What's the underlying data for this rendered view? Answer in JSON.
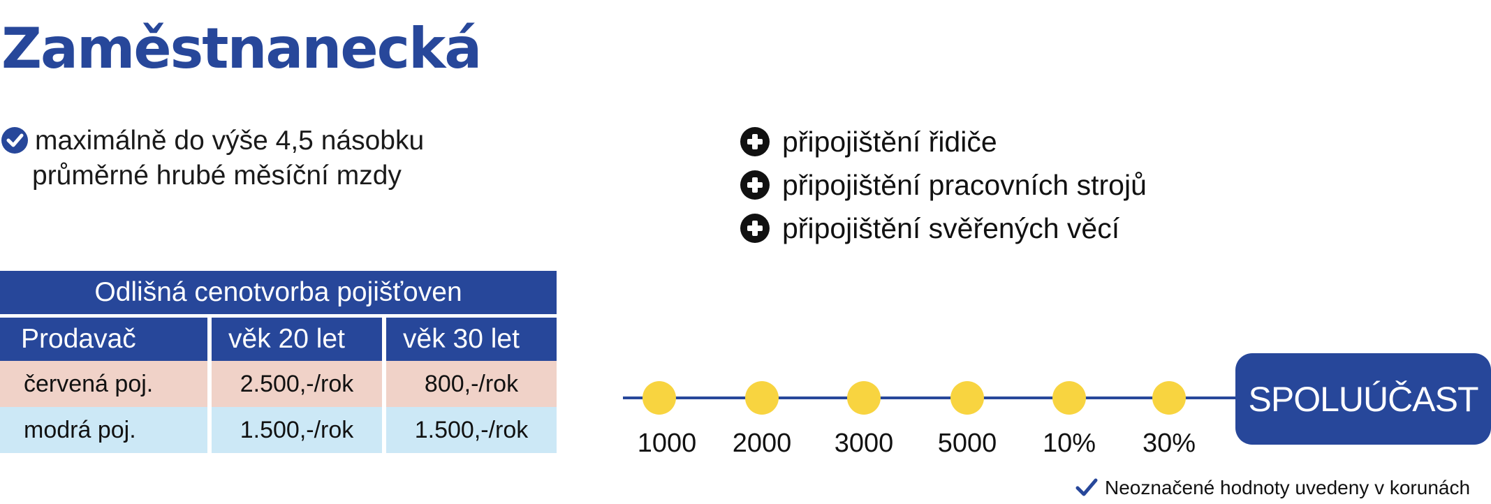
{
  "title": "Zaměstnanecká",
  "limit_feature": {
    "icon": "check-circle-icon",
    "line1": "maximálně do výše 4,5 násobku",
    "line2": "průměrné hrubé měsíční mzdy"
  },
  "addons": [
    {
      "icon": "plus-circle-icon",
      "label": "připojištění  řidiče"
    },
    {
      "icon": "plus-circle-icon",
      "label": "připojištění pracovních strojů"
    },
    {
      "icon": "plus-circle-icon",
      "label": "připojištění svěřených věcí"
    }
  ],
  "pricing_table": {
    "caption": "Odlišná cenotvorba pojišťoven",
    "headers": [
      "Prodavač",
      "věk 20 let",
      "věk 30 let"
    ],
    "rows": [
      [
        "červená poj.",
        "2.500,-/rok",
        "800,-/rok"
      ],
      [
        "modrá poj.",
        "1.500,-/rok",
        "1.500,-/rok"
      ]
    ]
  },
  "deductible": {
    "label": "SPOLUÚČAST",
    "options": [
      "1000",
      "2000",
      "3000",
      "5000",
      "10%",
      "30%"
    ]
  },
  "footnote": "Neoznačené hodnoty uvedeny v korunách",
  "colors": {
    "brand_blue": "#27479a",
    "dot_yellow": "#f8d440",
    "red_row": "#f0d2c8",
    "blue_row": "#cce8f6"
  }
}
